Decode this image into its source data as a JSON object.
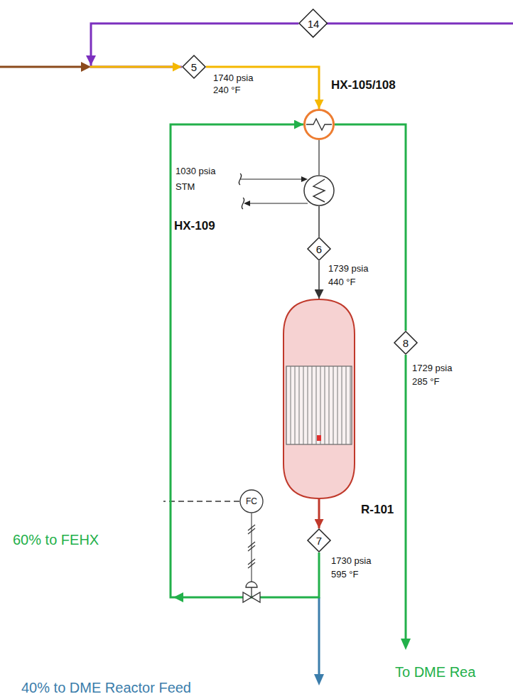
{
  "diagram": {
    "nodes": [
      {
        "text": [
          "14"
        ]
      },
      {
        "text": [
          "5"
        ]
      },
      {
        "text": [
          "HX-105/108"
        ]
      },
      {
        "text": [
          "HX-109"
        ]
      },
      {
        "text": [
          "6"
        ]
      },
      {
        "text": [
          "8"
        ]
      },
      {
        "text": [
          "R-101"
        ]
      },
      {
        "text": [
          "FC"
        ]
      },
      {
        "text": [
          "7"
        ]
      }
    ],
    "edges": [
      {
        "from": 0,
        "to": 1,
        "arrow": "to"
      },
      {
        "from": 1,
        "to": 2,
        "arrow": "to"
      },
      {
        "from": 2,
        "to": 3,
        "arrow": "none"
      },
      {
        "from": 3,
        "to": 4,
        "arrow": "none"
      },
      {
        "from": 4,
        "to": 6,
        "arrow": "to"
      },
      {
        "from": 2,
        "to": 5,
        "arrow": "none"
      },
      {
        "from": 6,
        "to": 8,
        "arrow": "to"
      },
      {
        "from": 8,
        "to": 2,
        "arrow": "to"
      }
    ],
    "labels": [
      "1740 psia",
      "240 °F",
      "1030 psia",
      "STM",
      "1739 psia",
      "440 °F",
      "1729 psia",
      "285 °F",
      "60% to FEHX",
      "1730 psia",
      "595 °F",
      "40% to DME Reactor Feed",
      "To DME Rea"
    ]
  }
}
